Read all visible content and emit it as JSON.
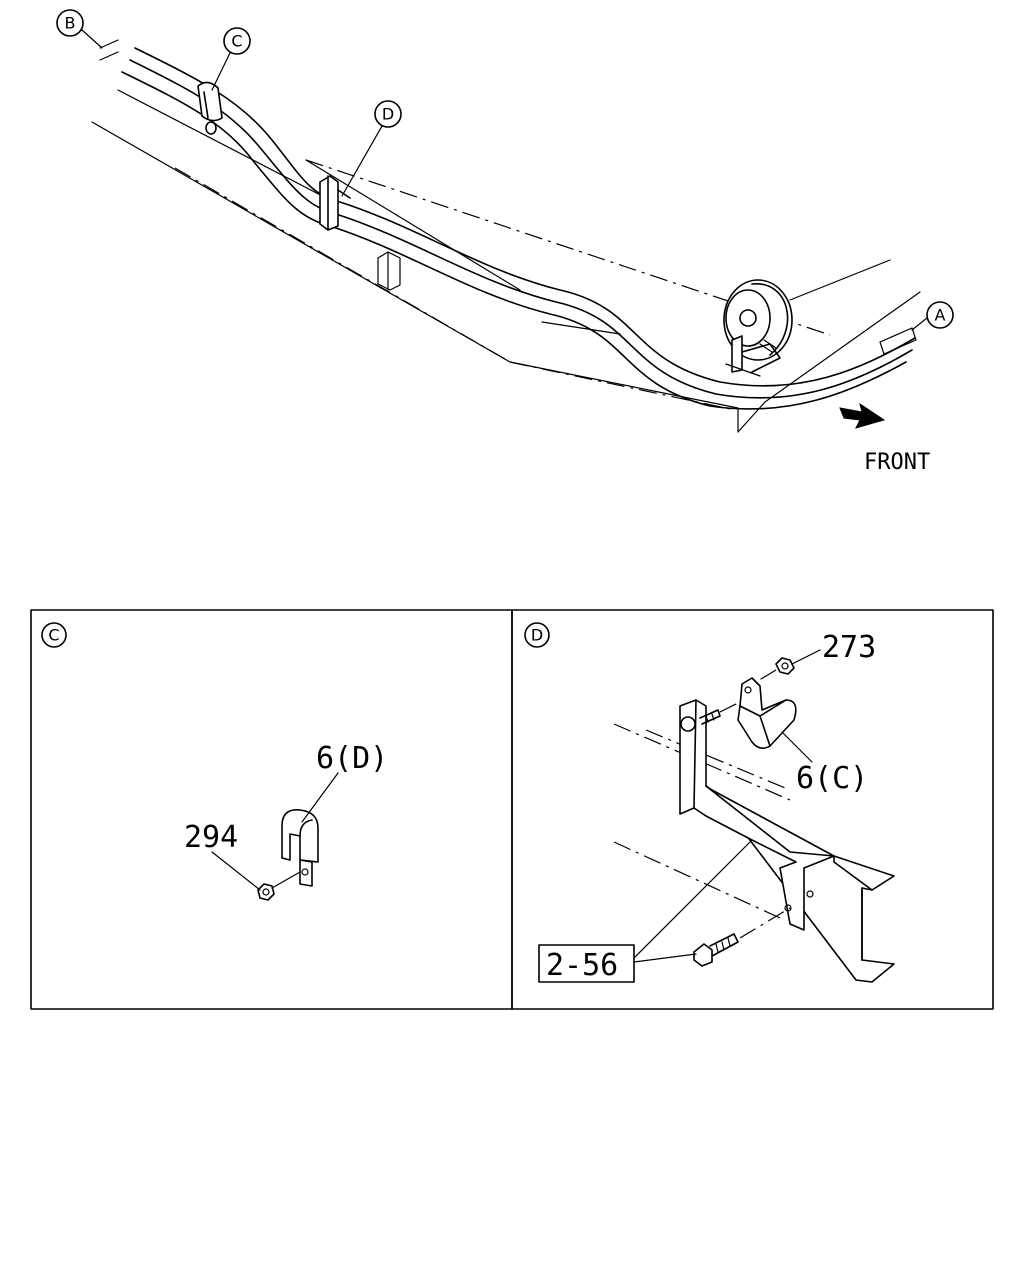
{
  "main_view": {
    "callouts": {
      "a": "A",
      "b": "B",
      "c": "C",
      "d": "D"
    },
    "front_label": "FRONT"
  },
  "detail_c": {
    "badge": "C",
    "part_clip": "6(D)",
    "part_nut": "294"
  },
  "detail_d": {
    "badge": "D",
    "part_nut": "273",
    "part_clip": "6(C)",
    "part_bracket": "2-56"
  }
}
